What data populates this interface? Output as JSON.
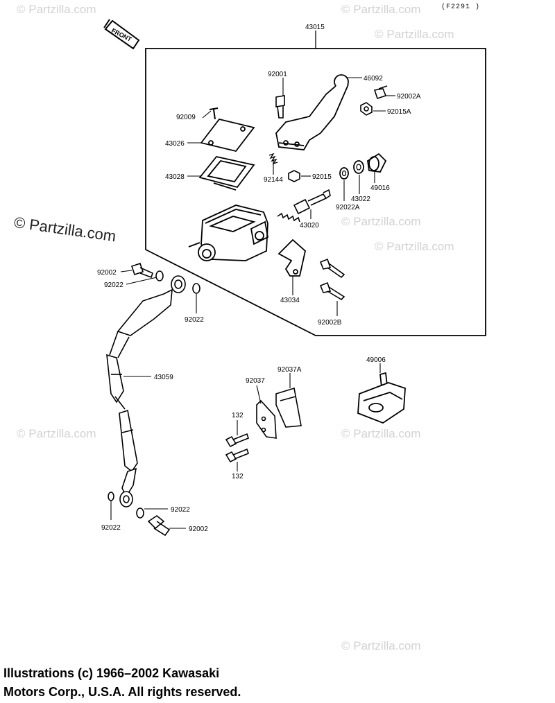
{
  "diagram_code": "(F2291 )",
  "front_label": "FRONT",
  "watermarks": [
    "© Partzilla.com",
    "© Partzilla.com",
    "© Partzilla.com",
    "© Partzilla.com",
    "© Partzilla.com",
    "© Partzilla.com",
    "© Partzilla.com",
    "© Partzilla.com",
    "© Partzilla.com"
  ],
  "copyright": {
    "line1": "Illustrations (c) 1966–2002 Kawasaki",
    "line2": "Motors Corp., U.S.A.  All rights reserved."
  },
  "parts": {
    "p43015": "43015",
    "p92001": "92001",
    "p46092": "46092",
    "p92002A": "92002A",
    "p92015A": "92015A",
    "p92009": "92009",
    "p43026": "43026",
    "p43028": "43028",
    "p92144": "92144",
    "p92015": "92015",
    "p49016": "49016",
    "p43022": "43022",
    "p92022A": "92022A",
    "p43020": "43020",
    "p43034": "43034",
    "p92002B": "92002B",
    "p92002_top": "92002",
    "p92022_top": "92022",
    "p92022_right": "92022",
    "p43059": "43059",
    "p92037A": "92037A",
    "p92037": "92037",
    "p132_top": "132",
    "p132_bottom": "132",
    "p49006": "49006",
    "p92022_lower": "92022",
    "p92022_left": "92022",
    "p92002_bottom": "92002"
  }
}
